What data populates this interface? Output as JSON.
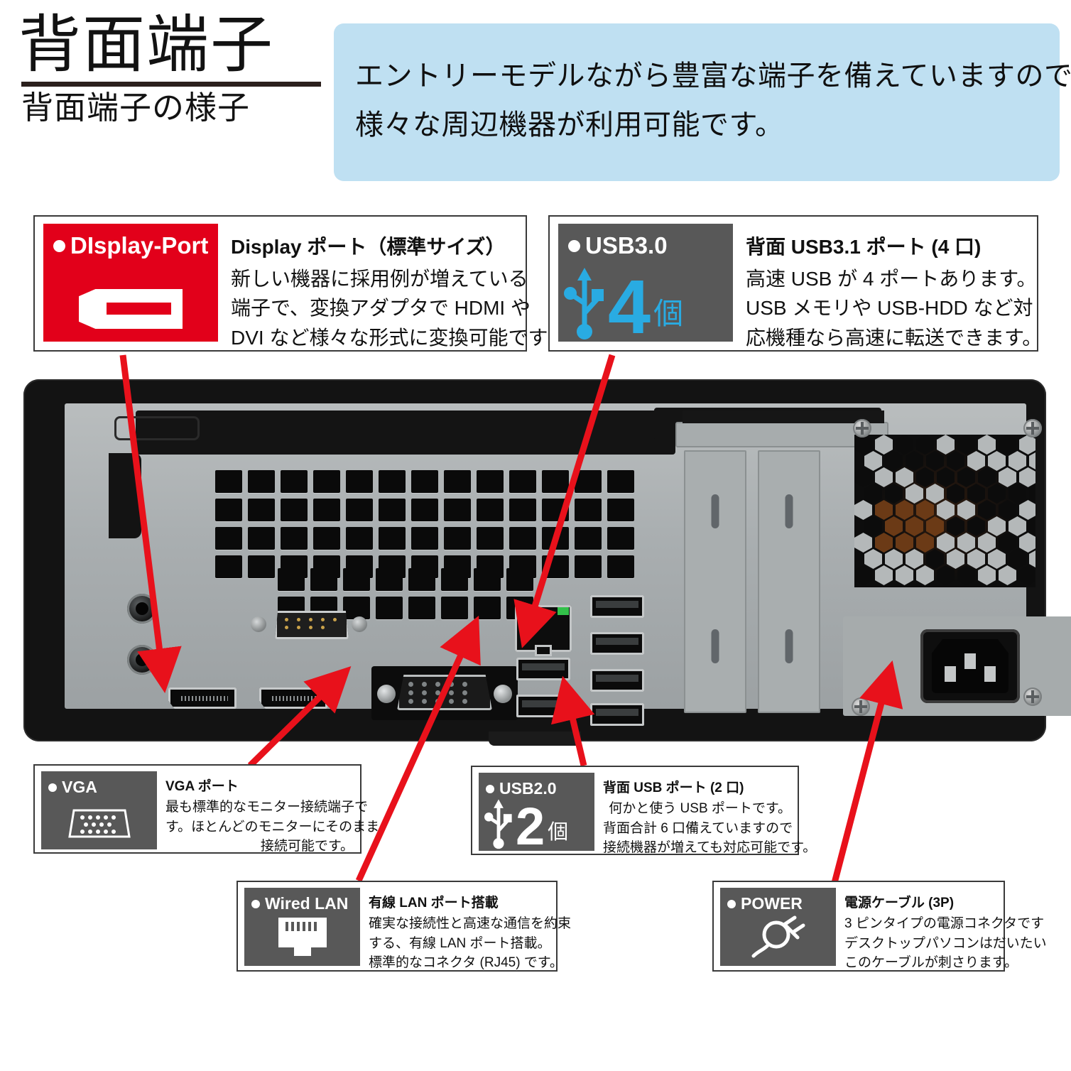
{
  "header": {
    "title": "背面端子",
    "subtitle": "背面端子の様子",
    "lead_lines": [
      "エントリーモデルながら豊富な端子を備えていますので、",
      "様々な周辺機器が利用可能です。"
    ],
    "lead_bg": "#bfe0f2",
    "rule_color": "#2b201d"
  },
  "cards": {
    "displayport": {
      "badge_label": "DIsplay-Port",
      "badge_color": "#e2001a",
      "icon": "displayport-connector-icon",
      "heading": "Display ポート（標準サイズ）",
      "lines": [
        "新しい機器に採用例が増えている",
        "端子で、変換アダプタで HDMI や",
        "DVI など様々な形式に変換可能です"
      ]
    },
    "usb30": {
      "badge_label": "USB3.0",
      "badge_color": "#585858",
      "accent_color": "#29abe2",
      "icon": "usb-trident-icon",
      "count": "4",
      "count_unit": "個",
      "heading": "背面 USB3.1 ポート (4 口)",
      "lines": [
        "高速 USB が 4 ポートあります。",
        "USB メモリや USB-HDD など対",
        "応機種なら高速に転送できます。"
      ]
    },
    "vga": {
      "badge_label": "VGA",
      "badge_color": "#585858",
      "icon": "vga-connector-icon",
      "heading": "VGA ポート",
      "lines": [
        "最も標準的なモニター接続端子で",
        "す。ほとんどのモニターにそのまま",
        "接続可能です。"
      ]
    },
    "usb20": {
      "badge_label": "USB2.0",
      "badge_color": "#585858",
      "accent_color": "#ffffff",
      "icon": "usb-trident-icon",
      "count": "2",
      "count_unit": "個",
      "heading": "背面 USB ポート (2 口)",
      "lines": [
        "何かと使う USB ポートです。",
        "背面合計 6 口備えていますので",
        "接続機器が増えても対応可能です。"
      ]
    },
    "lan": {
      "badge_label": "Wired LAN",
      "badge_color": "#585858",
      "icon": "rj45-jack-icon",
      "heading": "有線 LAN ポート搭載",
      "lines": [
        "確実な接続性と高速な通信を約束",
        "する、有線 LAN ポート搭載。",
        "標準的なコネクタ (RJ45) です。"
      ]
    },
    "power": {
      "badge_label": "POWER",
      "badge_color": "#585858",
      "icon": "power-plug-icon",
      "heading": "電源ケーブル (3P)",
      "lines": [
        "3 ピンタイプの電源コネクタです",
        "デスクトップパソコンはだいたい",
        "このケーブルが刺さります。"
      ]
    }
  },
  "photo": {
    "alt": "pc-rear-panel-photo",
    "arrow_color": "#e8111b"
  }
}
